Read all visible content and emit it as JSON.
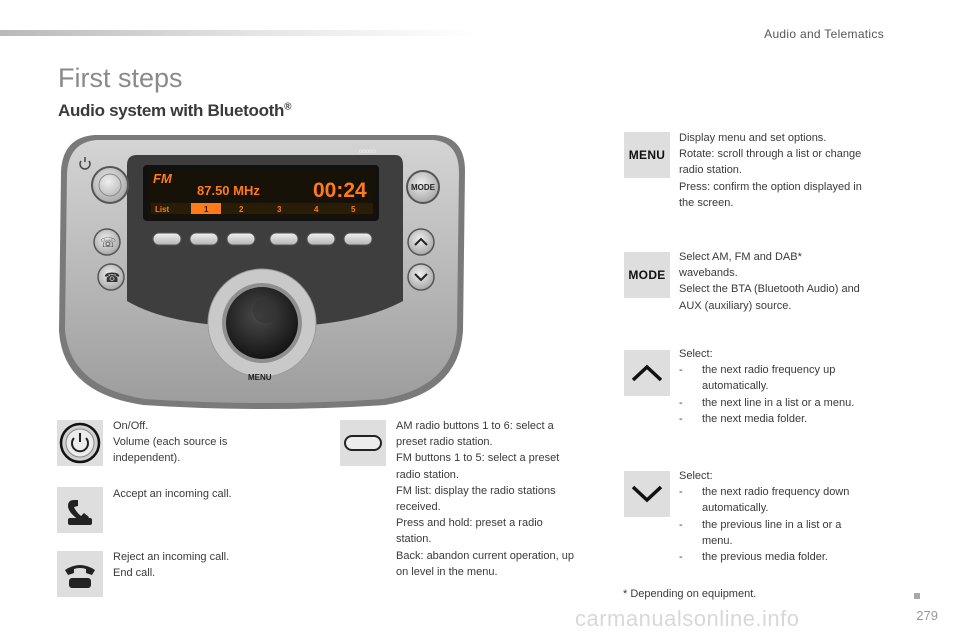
{
  "header": {
    "section_title": "Audio and Telematics"
  },
  "page": {
    "title": "First steps",
    "subtitle": "Audio system with Bluetooth",
    "subtitle_mark": "®",
    "footnote": "* Depending on equipment.",
    "page_number": "279",
    "watermark": "carmanualsonline.info"
  },
  "radio": {
    "display": {
      "band": "FM",
      "frequency": "87.50 MHz",
      "clock": "00:24",
      "list_label": "List",
      "presets": [
        "1",
        "2",
        "3",
        "4",
        "5"
      ]
    },
    "mode_label": "MODE",
    "menu_label": "MENU",
    "brand_mark": "ooooo"
  },
  "left_items": [
    {
      "icon": "power-icon",
      "lines": [
        "On/Off.",
        "Volume (each source is",
        "independent)."
      ]
    },
    {
      "icon": "phone-accept-icon",
      "lines": [
        "Accept an incoming call."
      ]
    },
    {
      "icon": "phone-reject-icon",
      "lines": [
        "Reject an incoming call.",
        "End call."
      ]
    }
  ],
  "middle_item": {
    "icon": "preset-button-icon",
    "lines": [
      "AM radio buttons 1 to 6: select a",
      "preset radio station.",
      "FM buttons 1 to 5: select a preset",
      "radio station.",
      "FM list: display the radio stations",
      "received.",
      "Press and hold: preset a radio",
      "station.",
      "Back: abandon current operation, up",
      "on level in the menu."
    ]
  },
  "right_items": {
    "menu": {
      "icon_label": "MENU",
      "lines": [
        "Display menu and set options.",
        "Rotate: scroll through a list or change",
        "radio station.",
        "Press: confirm the option displayed in",
        "the screen."
      ]
    },
    "mode": {
      "icon_label": "MODE",
      "lines": [
        "Select AM, FM and DAB*",
        "wavebands.",
        "Select the BTA (Bluetooth Audio) and",
        "AUX (auxiliary) source."
      ]
    },
    "up": {
      "intro": "Select:",
      "bullets": [
        {
          "dash": "-",
          "lines": [
            "the next radio frequency up",
            "automatically."
          ]
        },
        {
          "dash": "-",
          "lines": [
            "the next line in a list or a menu."
          ]
        },
        {
          "dash": "-",
          "lines": [
            "the next media folder."
          ]
        }
      ]
    },
    "down": {
      "intro": "Select:",
      "bullets": [
        {
          "dash": "-",
          "lines": [
            "the next radio frequency down",
            "automatically."
          ]
        },
        {
          "dash": "-",
          "lines": [
            "the previous line in a list or a",
            "menu."
          ]
        },
        {
          "dash": "-",
          "lines": [
            "the previous media folder."
          ]
        }
      ]
    }
  },
  "colors": {
    "display_orange": "#ff7a1a",
    "tile_bg": "#dedede",
    "title_gray": "#8a8a8a"
  }
}
